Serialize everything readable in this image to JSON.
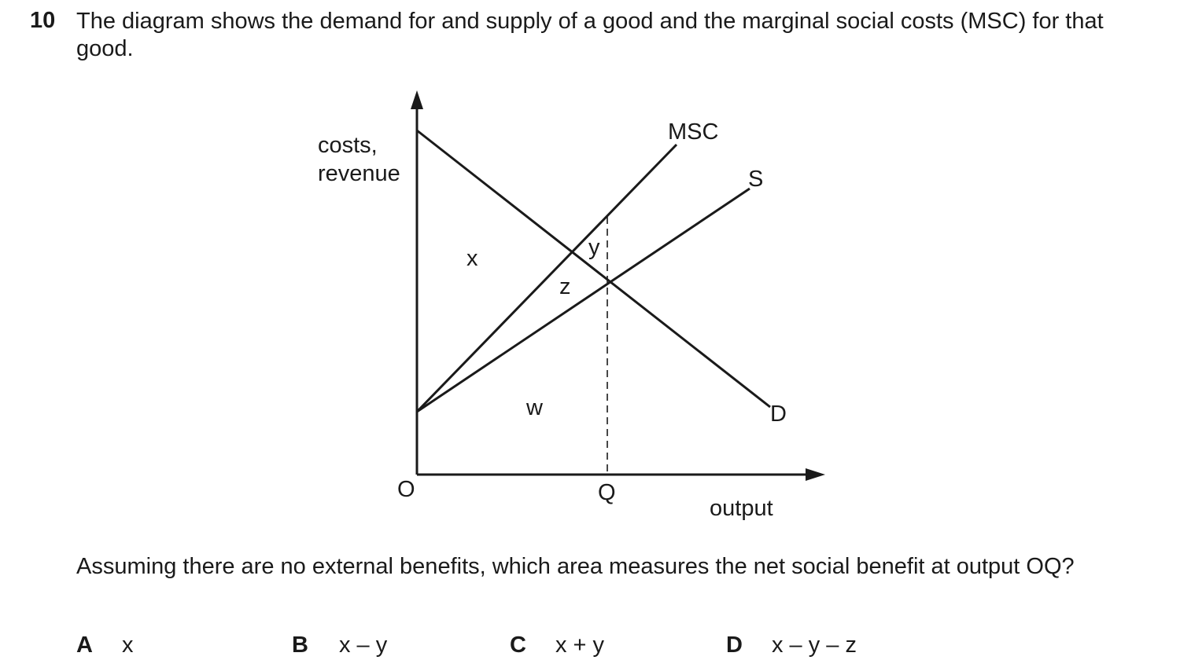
{
  "question": {
    "number": "10",
    "stem": "The diagram shows the demand for and supply of a good and the marginal social costs (MSC) for that good.",
    "prompt": "Assuming there are no external benefits, which area measures the net social benefit at output OQ?"
  },
  "diagram": {
    "y_axis_label_line1": "costs,",
    "y_axis_label_line2": "revenue",
    "x_axis_label": "output",
    "origin_label": "O",
    "q_label": "Q",
    "curve_labels": {
      "msc": "MSC",
      "supply": "S",
      "demand": "D"
    },
    "area_labels": {
      "x": "x",
      "y": "y",
      "z": "z",
      "w": "w"
    }
  },
  "options": [
    {
      "letter": "A",
      "text": "x"
    },
    {
      "letter": "B",
      "text": "x – y"
    },
    {
      "letter": "C",
      "text": "x + y"
    },
    {
      "letter": "D",
      "text": "x – y – z"
    }
  ]
}
